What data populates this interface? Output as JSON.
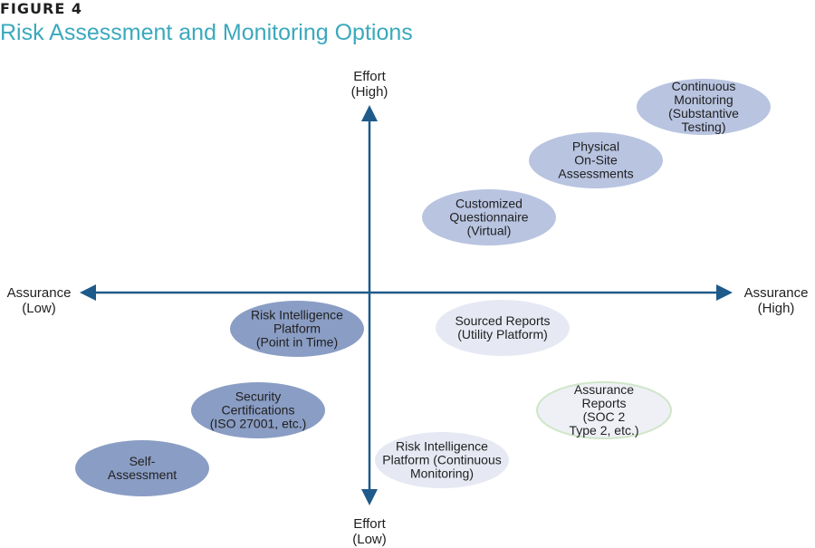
{
  "figure": {
    "label": "FIGURE 4",
    "title": "Risk Assessment and Monitoring Options"
  },
  "axes": {
    "top": [
      "Effort",
      "(High)"
    ],
    "bottom": [
      "Effort",
      "(Low)"
    ],
    "left": [
      "Assurance",
      "(Low)"
    ],
    "right": [
      "Assurance",
      "(High)"
    ],
    "color": "#1e5a8a"
  },
  "options": [
    {
      "lines": [
        "Continuous",
        "Monitoring",
        "(Substantive",
        "Testing)"
      ],
      "fill": "#b8c4e0",
      "stroke": "none"
    },
    {
      "lines": [
        "Physical",
        "On-Site",
        "Assessments"
      ],
      "fill": "#b8c4e0",
      "stroke": "none"
    },
    {
      "lines": [
        "Customized",
        "Questionnaire",
        "(Virtual)"
      ],
      "fill": "#b8c4e0",
      "stroke": "none"
    },
    {
      "lines": [
        "Risk Intelligence",
        "Platform",
        "(Point in Time)"
      ],
      "fill": "#8a9dc4",
      "stroke": "none"
    },
    {
      "lines": [
        "Sourced Reports",
        "(Utility Platform)"
      ],
      "fill": "#e6e9f3",
      "stroke": "none"
    },
    {
      "lines": [
        "Security",
        "Certifications",
        "(ISO 27001, etc.)"
      ],
      "fill": "#8a9dc4",
      "stroke": "none"
    },
    {
      "lines": [
        "Assurance",
        "Reports",
        "(SOC 2",
        "Type 2, etc.)"
      ],
      "fill": "#eef0f6",
      "stroke": "#cfe6c8"
    },
    {
      "lines": [
        "Self-",
        "Assessment"
      ],
      "fill": "#8a9dc4",
      "stroke": "none"
    },
    {
      "lines": [
        "Risk Intelligence",
        "Platform (Continuous",
        "Monitoring)"
      ],
      "fill": "#e6e9f3",
      "stroke": "none"
    }
  ]
}
